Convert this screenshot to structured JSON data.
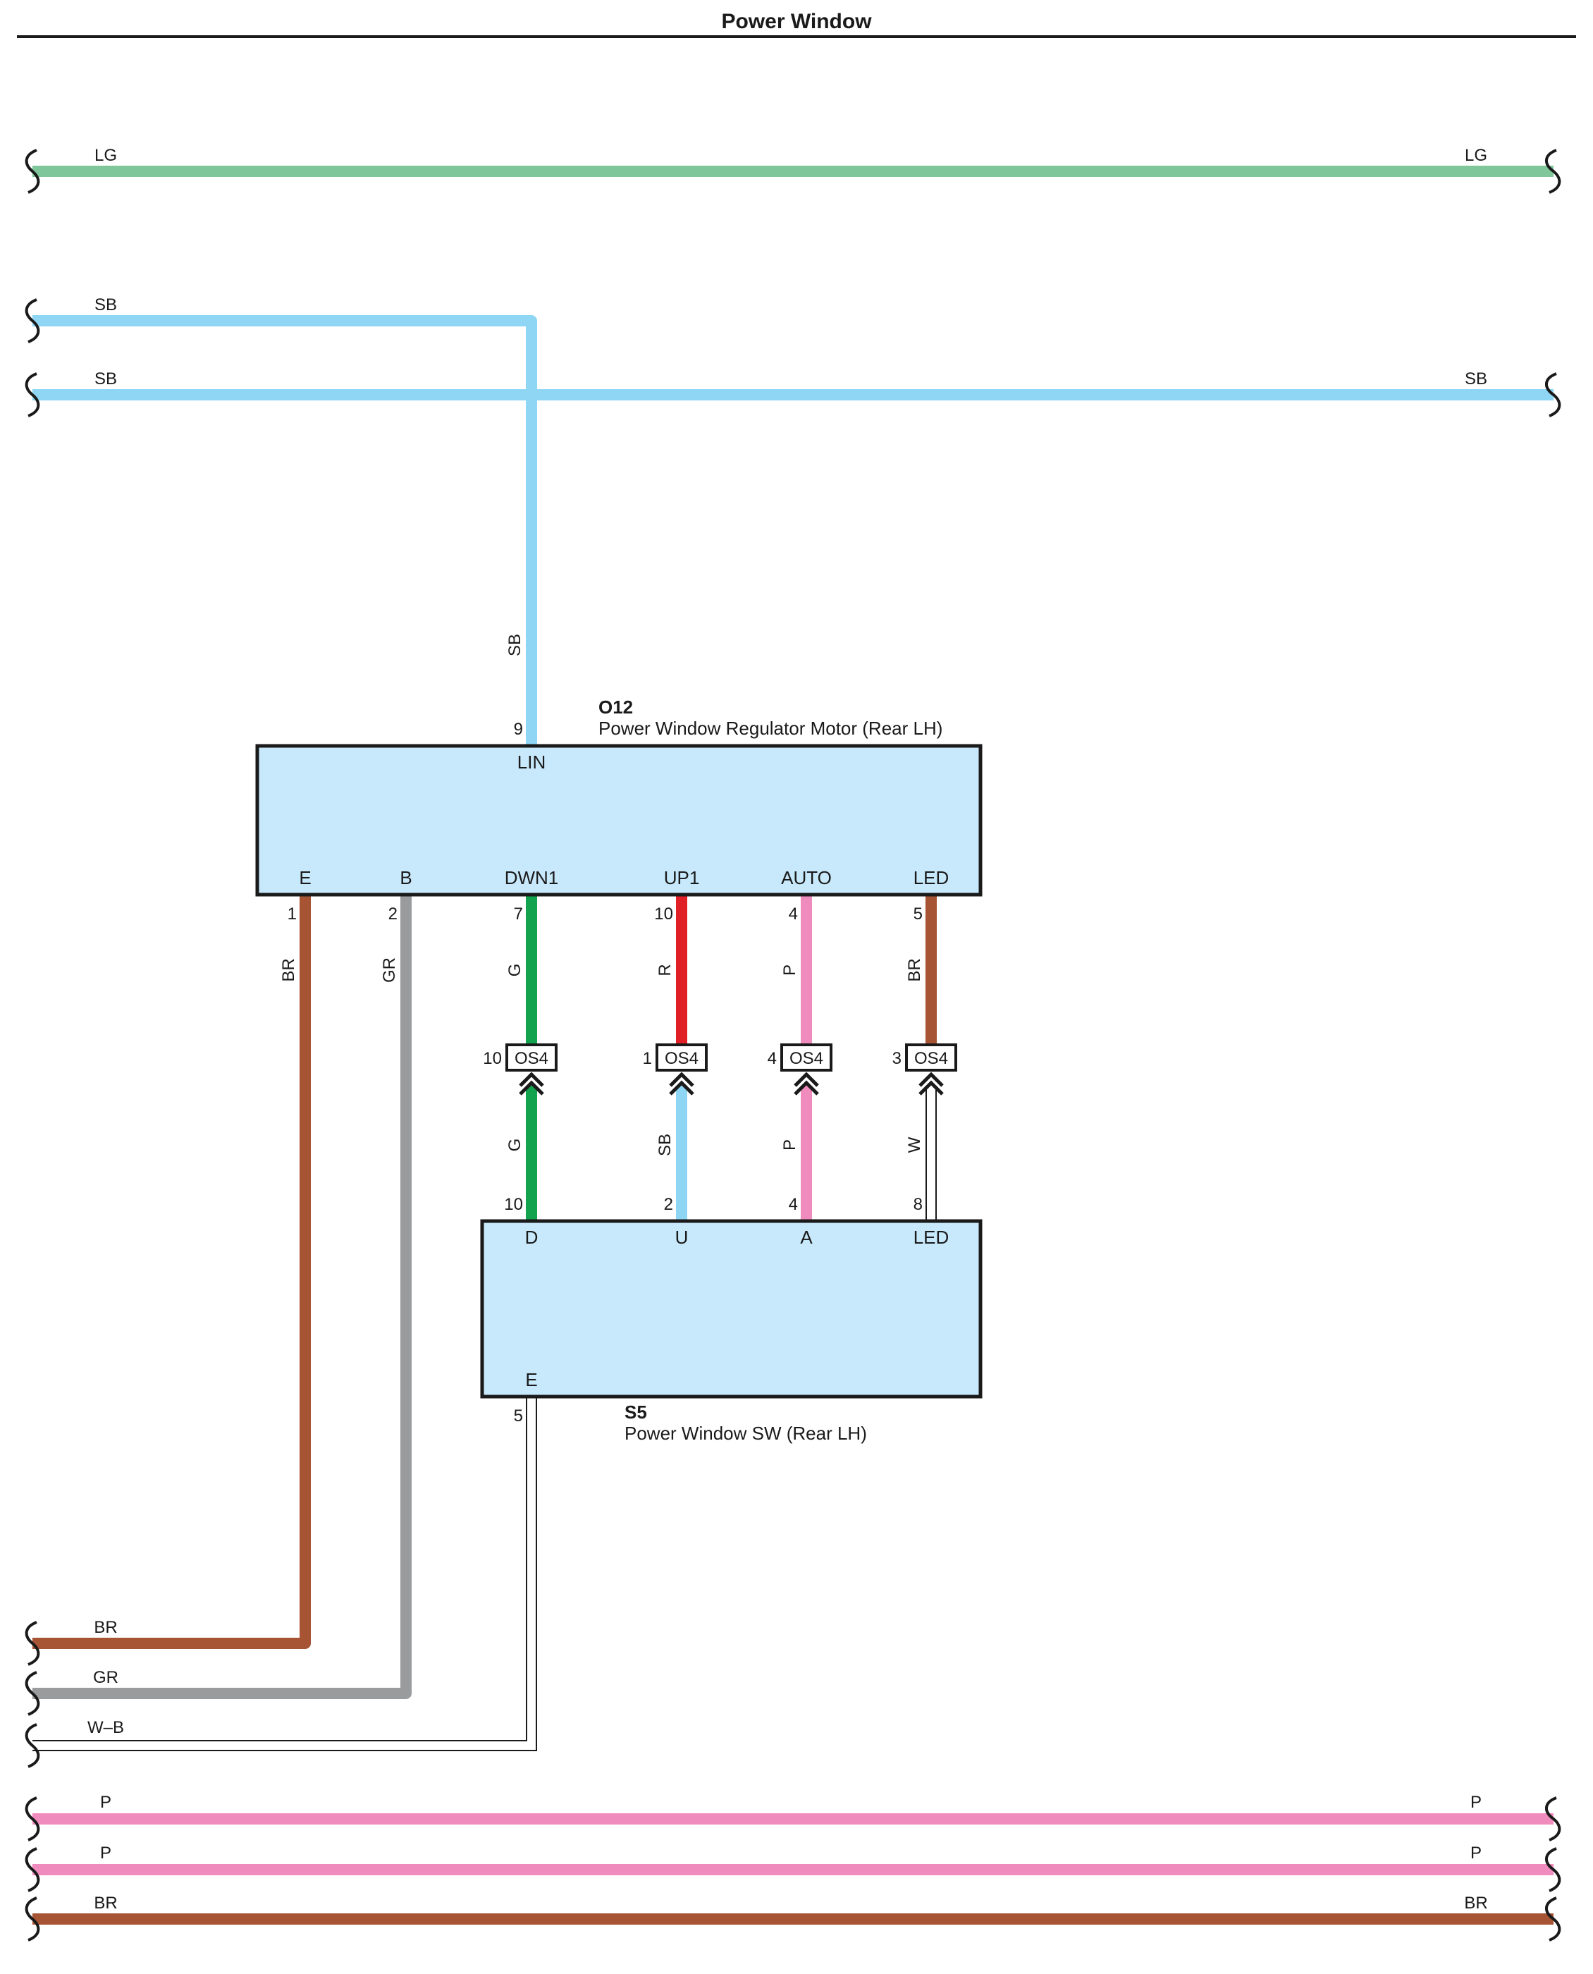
{
  "title": "Power Window",
  "colors": {
    "LG": "#7fc79a",
    "SB": "#8fd6f5",
    "BR": "#a65434",
    "GR": "#999b9d",
    "G": "#13a34e",
    "R": "#e01f26",
    "P": "#f08bbd",
    "W": "#ffffff",
    "module_fill": "#c8e9fb",
    "outline": "#1a1a1a"
  },
  "bus_labels": {
    "lg_left": "LG",
    "lg_right": "LG",
    "sb1_left": "SB",
    "sb2_left": "SB",
    "sb2_right": "SB",
    "br_left": "BR",
    "gr_left": "GR",
    "wb_left": "W–B",
    "p1_left": "P",
    "p1_right": "P",
    "p2_left": "P",
    "p2_right": "P",
    "br2_left": "BR",
    "br2_right": "BR"
  },
  "motor": {
    "id": "O12",
    "name": "Power Window Regulator Motor (Rear LH)",
    "lin_pin": "9",
    "lin_label": "LIN",
    "lin_wire": "SB",
    "terminals": {
      "e": "E",
      "b": "B",
      "dwn1": "DWN1",
      "up1": "UP1",
      "auto": "AUTO",
      "led": "LED"
    },
    "pins": {
      "e": "1",
      "b": "2",
      "dwn1": "7",
      "up1": "10",
      "auto": "4",
      "led": "5"
    },
    "wires": {
      "e": "BR",
      "b": "GR",
      "dwn1": "G",
      "up1": "R",
      "auto": "P",
      "led": "BR"
    }
  },
  "connectors": {
    "name": "OS4",
    "dwn1_pin": "10",
    "up1_pin": "1",
    "auto_pin": "4",
    "led_pin": "3"
  },
  "switch": {
    "id": "S5",
    "name": "Power Window SW (Rear LH)",
    "terminals": {
      "d": "D",
      "u": "U",
      "a": "A",
      "led": "LED",
      "e": "E"
    },
    "pins": {
      "d": "10",
      "u": "2",
      "a": "4",
      "led": "8",
      "e": "5"
    },
    "wires": {
      "d": "G",
      "u": "SB",
      "a": "P",
      "led": "W"
    }
  }
}
